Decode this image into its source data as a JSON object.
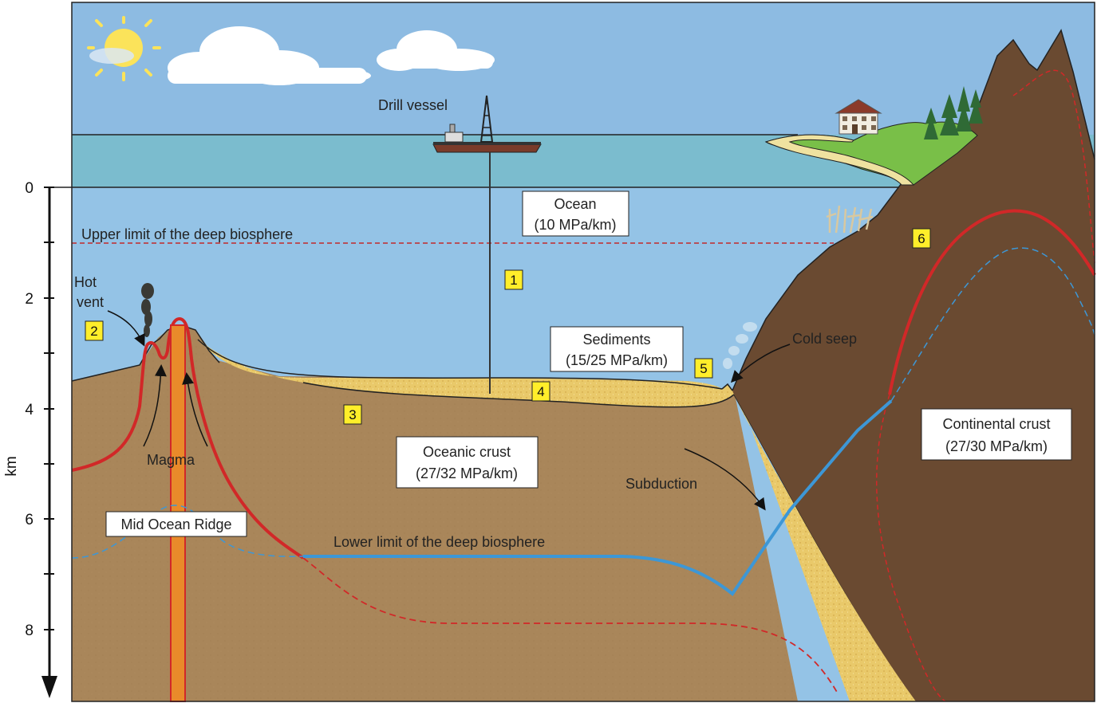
{
  "colors": {
    "sky": "#8dbbe2",
    "sea_surface": "#7bbcce",
    "deep_ocean": "#94c3e6",
    "oceanic_crust": "#a9865a",
    "continental_crust": "#6a4a31",
    "sediment": "#e9c96a",
    "thermal_line": "#d12828",
    "biosphere_limit": "#3d97d6",
    "magma": "#e98a2a",
    "callout": "#ffee2a",
    "land": "#79bf48"
  },
  "axis": {
    "unit_label": "km",
    "ticks": [
      "0",
      "2",
      "4",
      "6",
      "8"
    ]
  },
  "labels": {
    "drill_vessel": "Drill vessel",
    "ocean_title": "Ocean",
    "ocean_sub": "(10 MPa/km)",
    "upper_limit": "Upper limit of the deep biosphere",
    "hot_vent_1": "Hot",
    "hot_vent_2": "vent",
    "magma": "Magma",
    "mid_ocean_ridge": "Mid Ocean Ridge",
    "sediments_title": "Sediments",
    "sediments_sub": "(15/25 MPa/km)",
    "oceanic_title": "Oceanic crust",
    "oceanic_sub": "(27/32 MPa/km)",
    "subduction": "Subduction",
    "lower_limit": "Lower limit of the deep biosphere",
    "cold_seep": "Cold seep",
    "continental_title": "Continental crust",
    "continental_sub": "(27/30 MPa/km)"
  },
  "markers": [
    "1",
    "2",
    "3",
    "4",
    "5",
    "6"
  ],
  "icons": [
    "sun-icon",
    "cloud-icon",
    "drill-ship-icon",
    "house-icon",
    "tree-icon",
    "coral-icon",
    "smoke-plume-icon",
    "seep-plume-icon"
  ]
}
